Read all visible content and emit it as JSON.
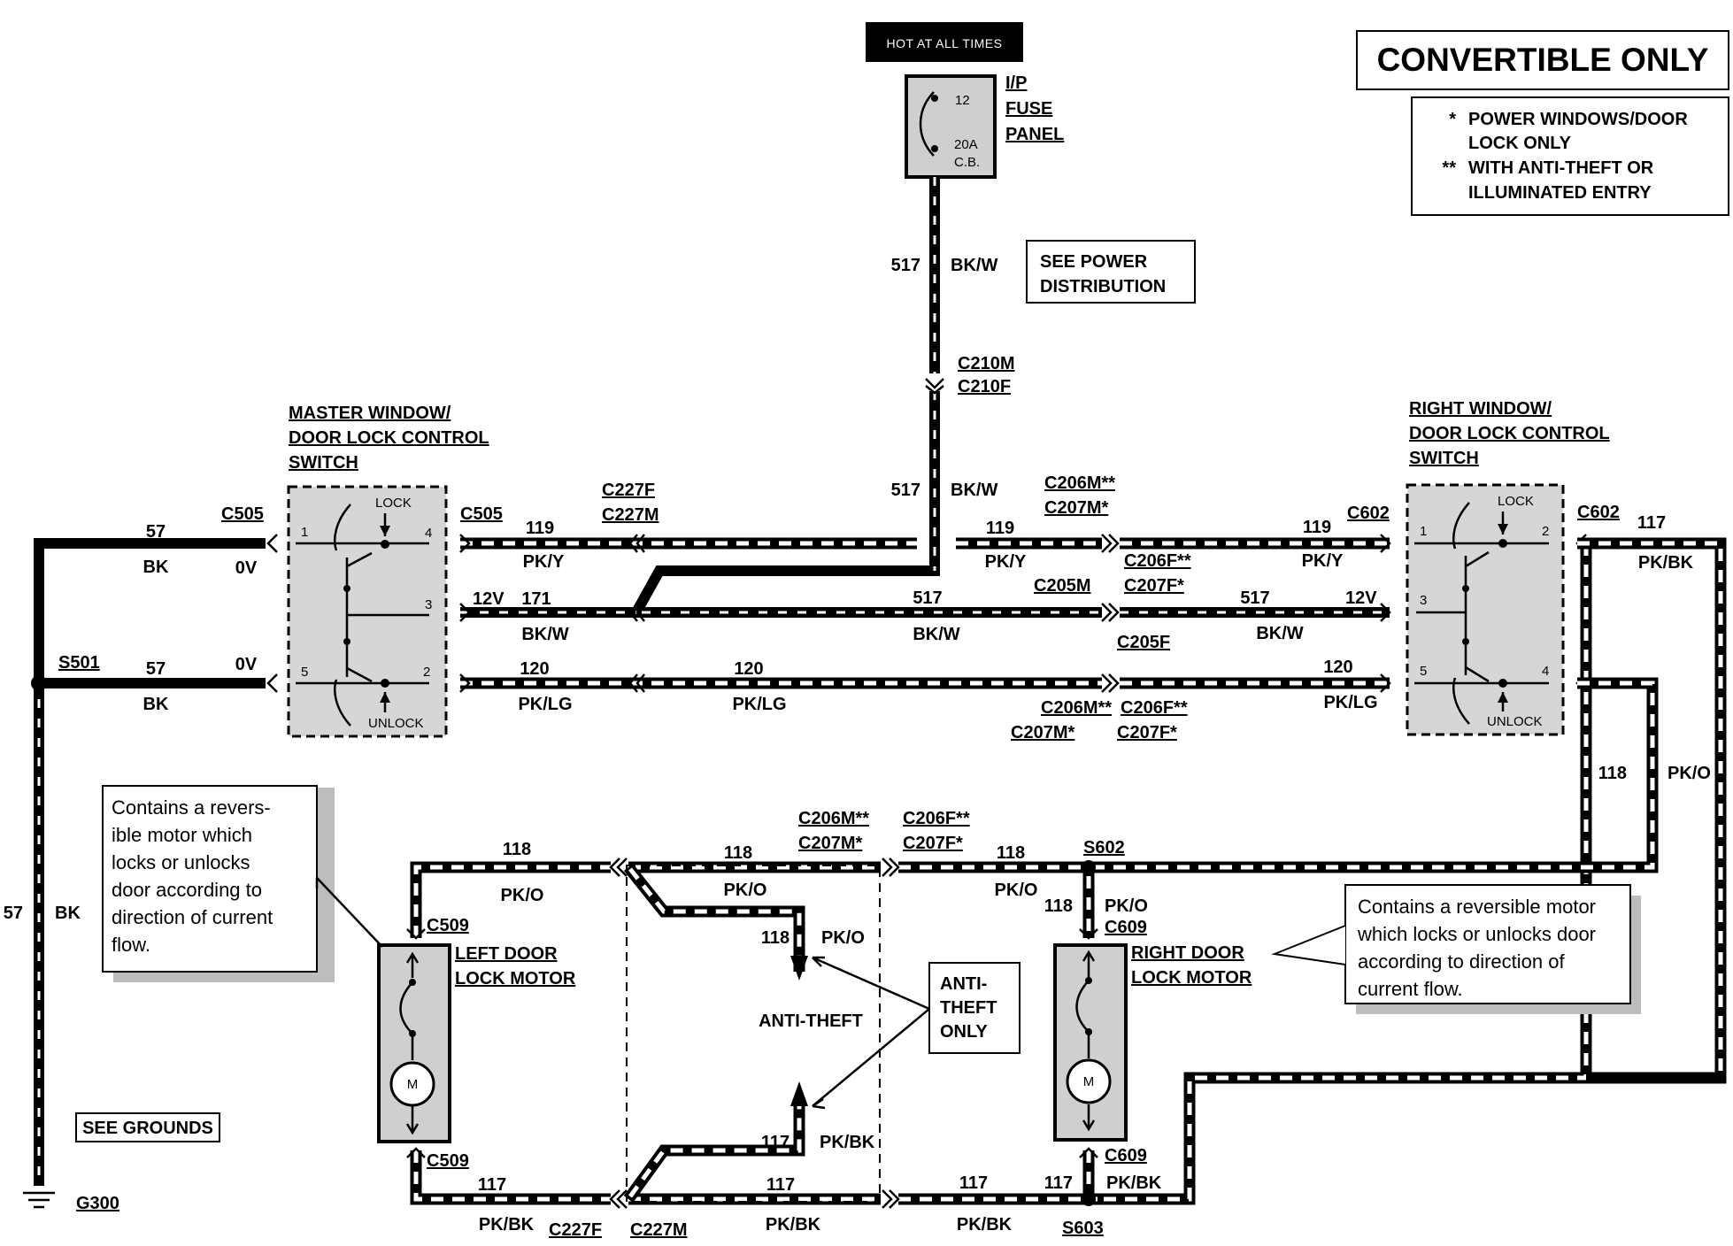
{
  "header": {
    "hot_label": "HOT AT ALL TIMES",
    "title": "CONVERTIBLE ONLY",
    "legend": [
      {
        "mark": "*",
        "text1": "POWER WINDOWS/DOOR",
        "text2": "LOCK ONLY"
      },
      {
        "mark": "**",
        "text1": "WITH ANTI-THEFT OR",
        "text2": "ILLUMINATED ENTRY"
      }
    ]
  },
  "fuse_panel": {
    "line1": "I/P",
    "line2": "FUSE",
    "line3": "PANEL",
    "pin": "12",
    "rating1": "20A",
    "rating2": "C.B."
  },
  "see_power": {
    "line1": "SEE POWER",
    "line2": "DISTRIBUTION"
  },
  "see_grounds": "SEE GROUNDS",
  "master_switch": {
    "line1": "MASTER WINDOW/",
    "line2": "DOOR LOCK CONTROL",
    "line3": "SWITCH",
    "lock": "LOCK",
    "unlock": "UNLOCK",
    "pins": [
      "1",
      "4",
      "3",
      "5",
      "2"
    ]
  },
  "right_switch": {
    "line1": "RIGHT WINDOW/",
    "line2": "DOOR LOCK CONTROL",
    "line3": "SWITCH",
    "lock": "LOCK",
    "unlock": "UNLOCK",
    "pins": [
      "1",
      "2",
      "3",
      "5",
      "4"
    ]
  },
  "left_motor": {
    "line1": "LEFT DOOR",
    "line2": "LOCK MOTOR",
    "m": "M"
  },
  "right_motor": {
    "line1": "RIGHT DOOR",
    "line2": "LOCK MOTOR",
    "m": "M"
  },
  "anti_theft": {
    "label": "ANTI-THEFT",
    "box1": "ANTI-",
    "box2": "THEFT",
    "box3": "ONLY"
  },
  "notes": {
    "left": [
      "Contains a revers-",
      "ible motor which",
      "locks or unlocks",
      "door according to",
      "direction of current",
      "flow."
    ],
    "right": [
      "Contains a reversible motor",
      "which locks or unlocks door",
      "according to direction of",
      "current flow."
    ]
  },
  "connectors": {
    "c505a": "C505",
    "c505b": "C505",
    "c227f_top": "C227F",
    "c227m_top": "C227M",
    "c210m": "C210M",
    "c210f": "C210F",
    "c206m_a": "C206M**",
    "c207m_a": "C207M*",
    "c206f_a": "C206F**",
    "c207f_a": "C207F*",
    "c205m": "C205M",
    "c205f": "C205F",
    "c206m_b": "C206M**",
    "c207m_b": "C207M*",
    "c206f_b": "C206F**",
    "c207f_b": "C207F*",
    "c602a": "C602",
    "c602b": "C602",
    "c206m_c": "C206M**",
    "c207m_c": "C207M*",
    "c206f_c": "C206F**",
    "c207f_c": "C207F*",
    "c509a": "C509",
    "c509b": "C509",
    "c609a": "C609",
    "c609b": "C609",
    "c227f_bot": "C227F",
    "c227m_bot": "C227M",
    "s501": "S501",
    "s602": "S602",
    "s603": "S603",
    "g300": "G300"
  },
  "wires": {
    "w517_top_num": "517",
    "w517_top_col": "BK/W",
    "w517_mid_num": "517",
    "w517_mid_col": "BK/W",
    "w57a_num": "57",
    "w57a_col": "BK",
    "w57a_v": "0V",
    "w57b_num": "57",
    "w57b_col": "BK",
    "w57b_v": "0V",
    "w57v_num": "57",
    "w57v_col": "BK",
    "w119a_num": "119",
    "w119a_col": "PK/Y",
    "w171_v": "12V",
    "w171_num": "171",
    "w171_col": "BK/W",
    "w120a_num": "120",
    "w120a_col": "PK/LG",
    "w120b_num": "120",
    "w120b_col": "PK/LG",
    "w119b_num": "119",
    "w119b_col": "PK/Y",
    "w517c_num": "517",
    "w517c_col": "BK/W",
    "w119c_num": "119",
    "w119c_col": "PK/Y",
    "w517d_num": "517",
    "w517d_col": "BK/W",
    "w517d_v": "12V",
    "w120c_num": "120",
    "w120c_col": "PK/LG",
    "w117r_num": "117",
    "w117r_col": "PK/BK",
    "w118r_num": "118",
    "w118r_col": "PK/O",
    "w118a_num": "118",
    "w118a_col": "PK/O",
    "w118b_num": "118",
    "w118b_col": "PK/O",
    "w118c_num": "118",
    "w118c_col": "PK/O",
    "w118d_num": "118",
    "w118d_col": "PK/O",
    "w118e_num": "118",
    "w118e_col": "PK/O",
    "w117a_num": "117",
    "w117a_col": "PK/BK",
    "w117b_num": "117",
    "w117b_col": "PK/BK",
    "w117c_num": "117",
    "w117c_col": "PK/BK",
    "w117d_num": "117",
    "w117d_col": "PK/BK",
    "w117e_num": "117",
    "w117e_col": "PK/BK"
  }
}
